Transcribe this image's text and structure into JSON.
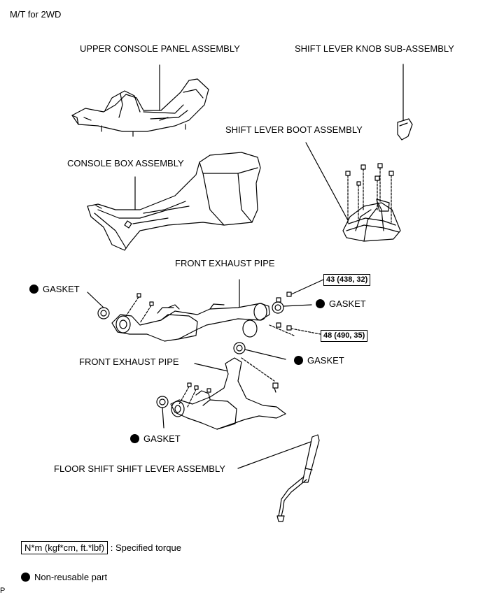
{
  "header": {
    "variant": "M/T for 2WD"
  },
  "parts": {
    "upper_console": "UPPER CONSOLE PANEL ASSEMBLY",
    "knob": "SHIFT LEVER KNOB SUB-ASSEMBLY",
    "boot": "SHIFT LEVER BOOT ASSEMBLY",
    "console_box": "CONSOLE BOX ASSEMBLY",
    "front_exhaust_1": "FRONT EXHAUST PIPE",
    "front_exhaust_2": "FRONT EXHAUST PIPE",
    "floor_shift": "FLOOR SHIFT SHIFT LEVER ASSEMBLY"
  },
  "gaskets": {
    "g1": "GASKET",
    "g2": "GASKET",
    "g3": "GASKET",
    "g4": "GASKET"
  },
  "torques": {
    "t1": "43 (438, 32)",
    "t2": "48 (490, 35)"
  },
  "legend": {
    "torque_unit": "N*m (kgf*cm, ft.*lbf)",
    "torque_desc": ": Specified torque",
    "non_reusable": "Non-reusable part"
  },
  "footer": {
    "mark": "P"
  }
}
